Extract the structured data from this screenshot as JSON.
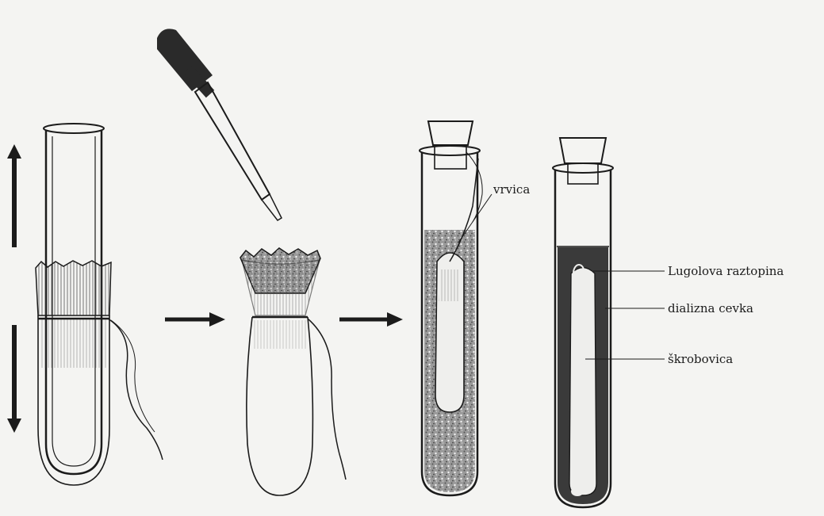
{
  "labels": {
    "string": "vrvica",
    "lugol": "Lugolova raztopina",
    "tubing": "dializna cevka",
    "starch": "škrobovica"
  },
  "colors": {
    "ink": "#1b1b1b",
    "paper": "#f4f4f2",
    "dark_liquid": "#3a3a3a",
    "speckle_liquid": "#8a8a8a"
  },
  "icons": {
    "dropper": "pipette",
    "arrow_up": "arrow-up",
    "arrow_down": "arrow-down",
    "arrow_right": "arrow-right"
  }
}
